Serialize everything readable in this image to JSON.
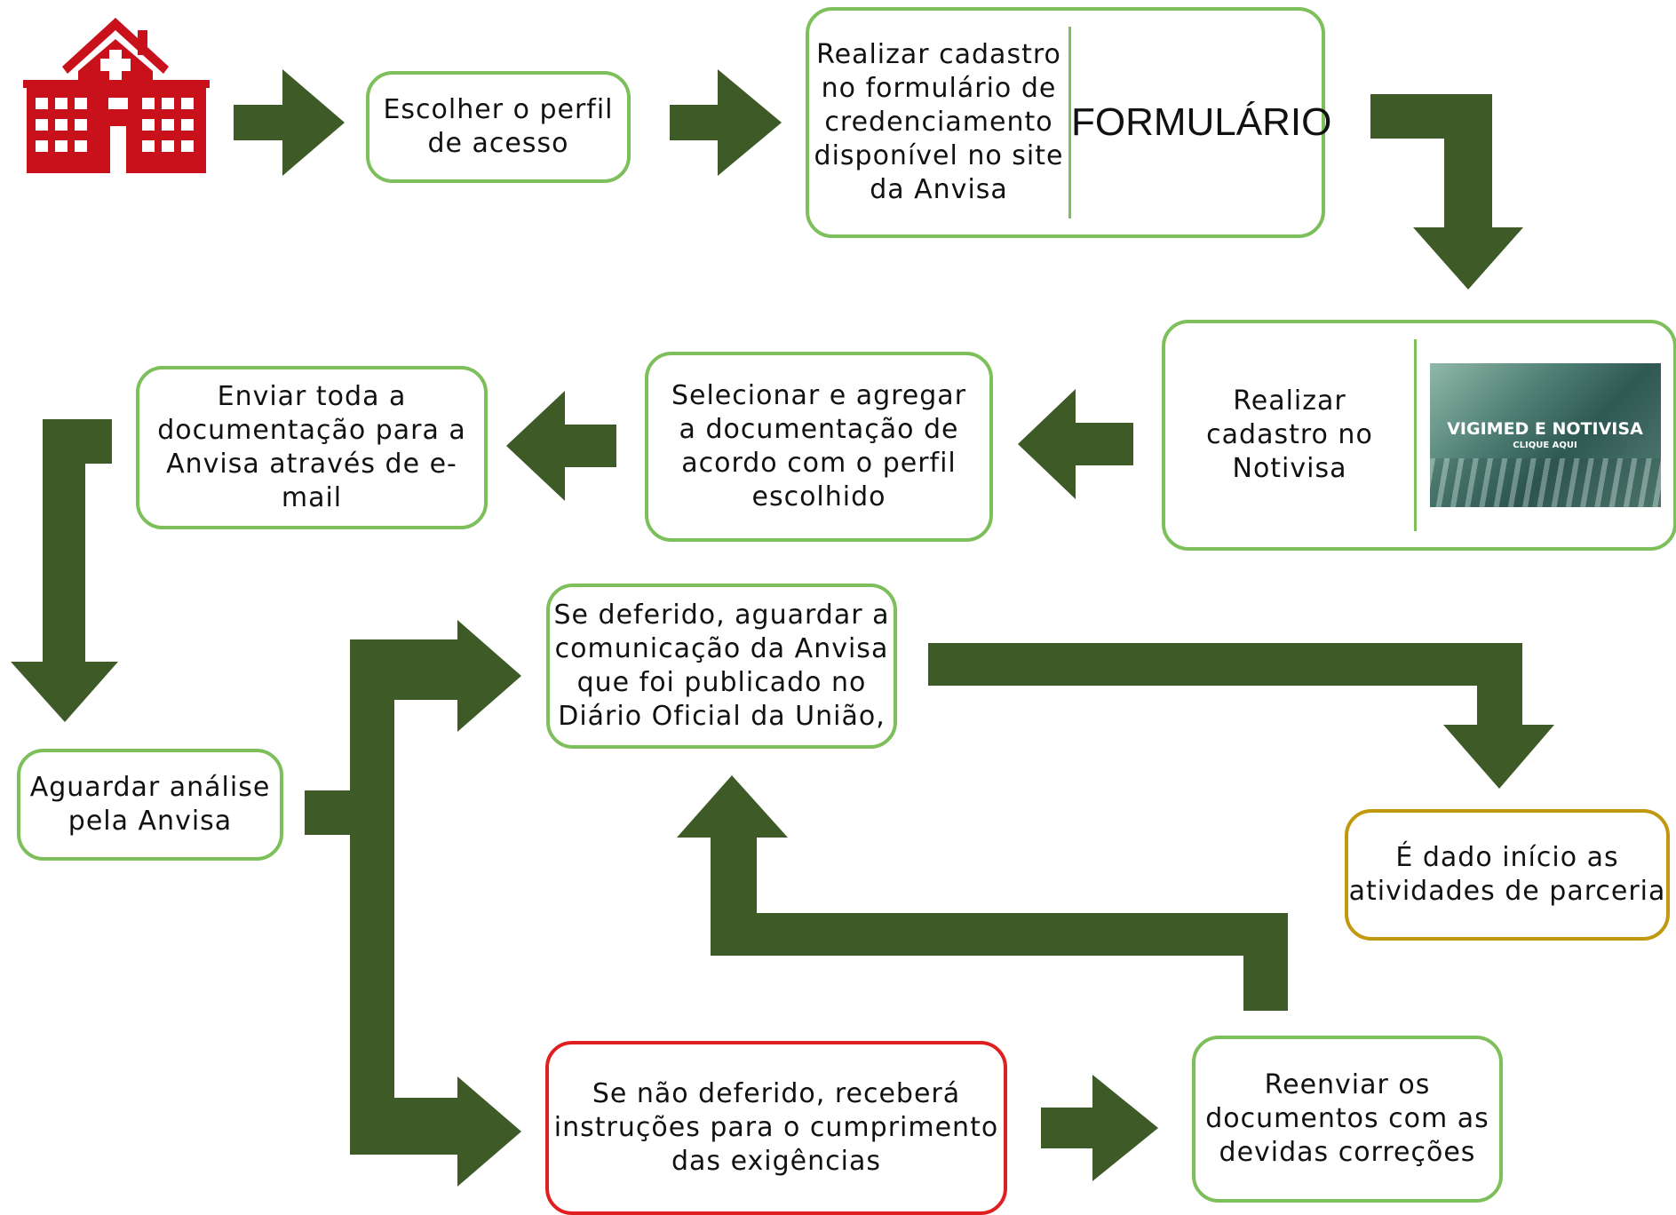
{
  "colors": {
    "arrow": "#3d5a27",
    "box_border": "#7dbf5a",
    "box_border_error": "#e02020",
    "box_border_final": "#c2980f",
    "hospital_icon": "#c8111a"
  },
  "icons": {
    "hospital": "hospital-icon"
  },
  "steps": {
    "choose_profile": "Escolher o perfil\nde acesso",
    "register_form": "Realizar cadastro\nno formulário de\ncredenciamento\ndisponível no site\nda Anvisa",
    "form_link": "FORMULÁRIO",
    "register_notivisa": "Realizar\ncadastro no\nNotivisa",
    "select_docs": "Selecionar e agregar\na documentação de\nacordo com o perfil\nescolhido",
    "send_docs": "Enviar toda a\ndocumentação para a\nAnvisa através de e-mail",
    "await_analysis": "Aguardar análise\npela Anvisa",
    "if_approved": "Se deferido, aguardar a\ncomunicação da Anvisa\nque foi  publicado no\nDiário Oficial da União,",
    "partnership_start": "É dado início as\natividades de parceria",
    "if_rejected": "Se não deferido, receberá\ninstruções para o cumprimento\ndas exigências",
    "resend_docs": "Reenviar os\ndocumentos com as\ndevidas correções"
  },
  "banner": {
    "title": "VIGIMED E NOTIVISA",
    "subtitle": "CLIQUE AQUI"
  }
}
